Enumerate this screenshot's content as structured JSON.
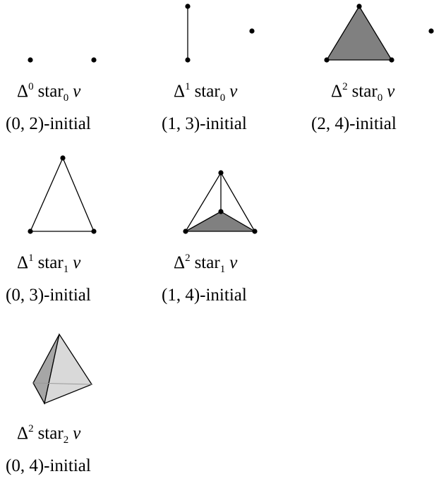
{
  "cells": [
    {
      "id": "d0s0",
      "delta_exp": "0",
      "star": "star",
      "star_sub": "0",
      "var": "v",
      "initial": "(0, 2)-initial"
    },
    {
      "id": "d1s0",
      "delta_exp": "1",
      "star": "star",
      "star_sub": "0",
      "var": "v",
      "initial": "(1, 3)-initial"
    },
    {
      "id": "d2s0",
      "delta_exp": "2",
      "star": "star",
      "star_sub": "0",
      "var": "v",
      "initial": "(2, 4)-initial"
    },
    {
      "id": "d1s1",
      "delta_exp": "1",
      "star": "star",
      "star_sub": "1",
      "var": "v",
      "initial": "(0, 3)-initial"
    },
    {
      "id": "d2s1",
      "delta_exp": "2",
      "star": "star",
      "star_sub": "1",
      "var": "v",
      "initial": "(1, 4)-initial"
    },
    {
      "id": "d2s2",
      "delta_exp": "2",
      "star": "star",
      "star_sub": "2",
      "var": "v",
      "initial": "(0, 4)-initial"
    }
  ],
  "colors": {
    "dark_fill": "#808080",
    "light_fill": "#d9d9d9",
    "mid_fill": "#a6a6a6",
    "ink": "#000000"
  }
}
